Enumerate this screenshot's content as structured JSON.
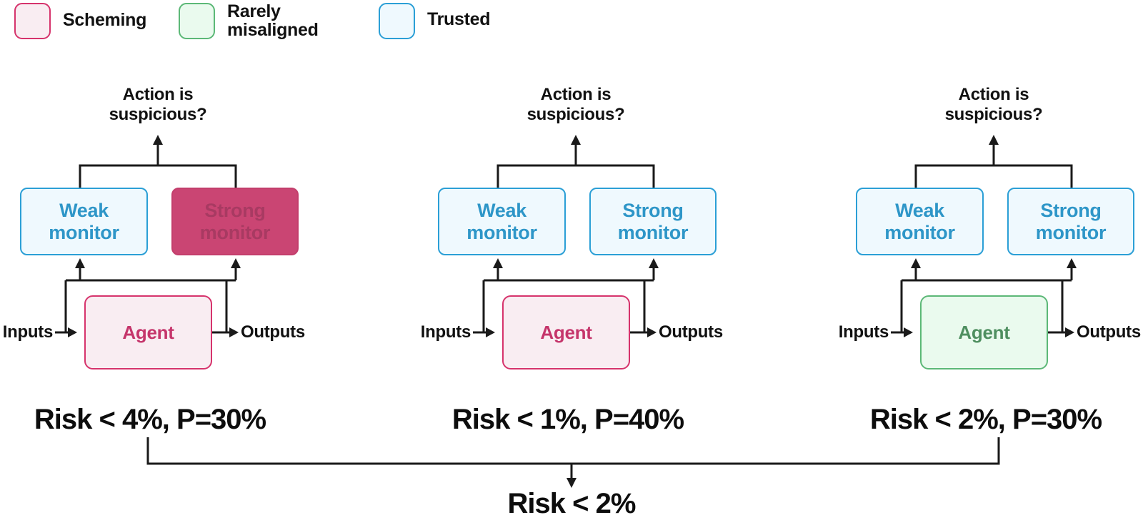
{
  "legend": {
    "items": [
      {
        "name": "scheming",
        "label": "Scheming"
      },
      {
        "name": "rarely-misaligned",
        "label": "Rarely misaligned"
      },
      {
        "name": "trusted",
        "label": "Trusted"
      }
    ]
  },
  "panels": [
    {
      "question": "Action is suspicious?",
      "weak_monitor_label": "Weak monitor",
      "strong_monitor_label": "Strong monitor",
      "agent_label": "Agent",
      "inputs_label": "Inputs",
      "outputs_label": "Outputs",
      "risk_label": "Risk < 4%, P=30%",
      "weak_monitor_status": "trusted",
      "strong_monitor_status": "scheming",
      "agent_status": "scheming"
    },
    {
      "question": "Action is suspicious?",
      "weak_monitor_label": "Weak monitor",
      "strong_monitor_label": "Strong monitor",
      "agent_label": "Agent",
      "inputs_label": "Inputs",
      "outputs_label": "Outputs",
      "risk_label": "Risk < 1%, P=40%",
      "weak_monitor_status": "trusted",
      "strong_monitor_status": "trusted",
      "agent_status": "scheming"
    },
    {
      "question": "Action is suspicious?",
      "weak_monitor_label": "Weak monitor",
      "strong_monitor_label": "Strong monitor",
      "agent_label": "Agent",
      "inputs_label": "Inputs",
      "outputs_label": "Outputs",
      "risk_label": "Risk < 2%, P=30%",
      "weak_monitor_status": "trusted",
      "strong_monitor_status": "trusted",
      "agent_status": "rarely-misaligned"
    }
  ],
  "combined": {
    "risk_label": "Risk < 2%"
  },
  "colors": {
    "scheming_solid_fill": "#ca4573",
    "scheming_solid_text": "#a83a62",
    "scheming_light_fill": "#f9edf2",
    "scheming_border": "#d6336c",
    "scheming_text": "#c5356b",
    "trusted_fill": "#eff9fe",
    "trusted_border": "#2b9fd6",
    "trusted_text": "#2e96c8",
    "misaligned_fill": "#eafaee",
    "misaligned_border": "#5cb877",
    "misaligned_text": "#4f8f60",
    "line_color": "#1a1a1a",
    "text_color": "#111111"
  }
}
